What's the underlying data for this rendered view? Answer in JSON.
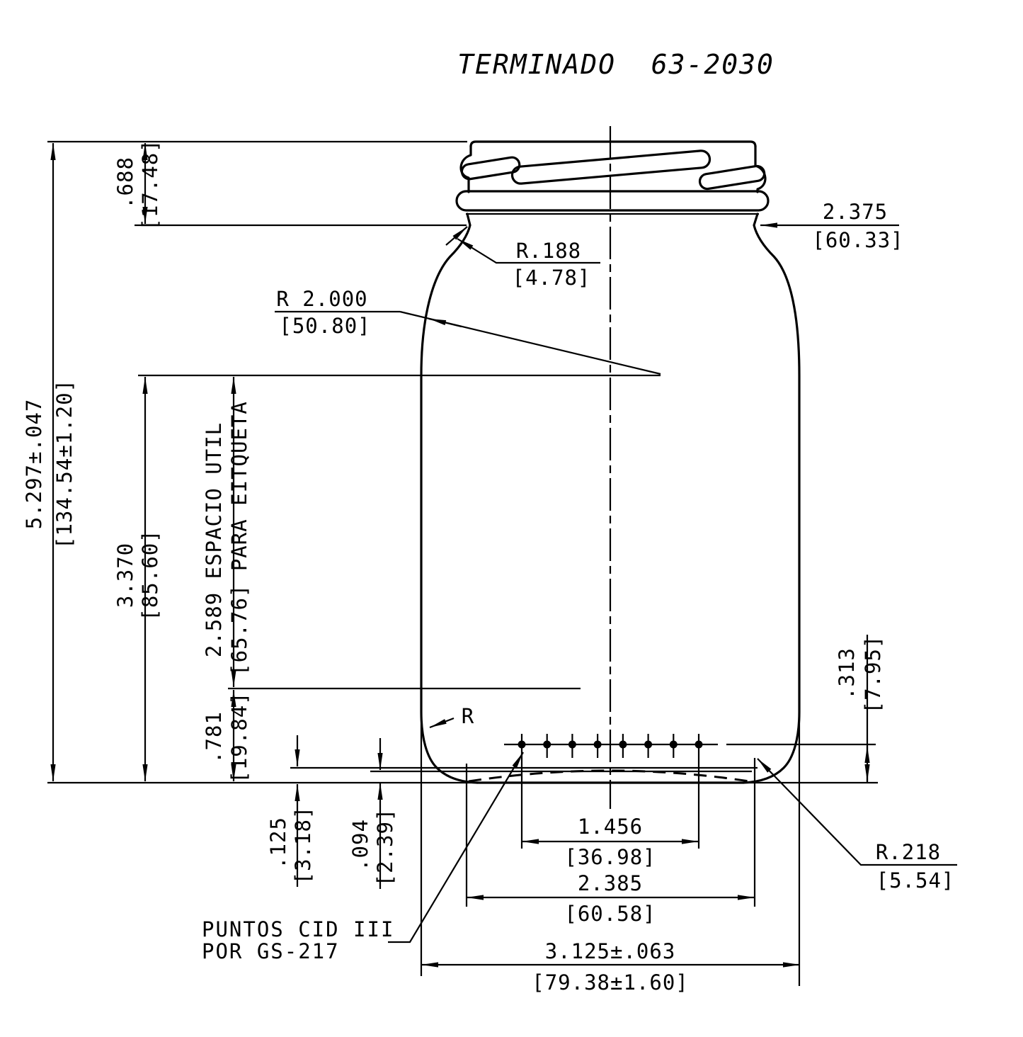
{
  "title": "TERMINADO  63-2030",
  "dims": {
    "overall_height": {
      "in": "5.297±.047",
      "mm": "[134.54±1.20]"
    },
    "finish_height": {
      "in": ".688",
      "mm": "[17.48]"
    },
    "neck_diameter": {
      "in": "2.375",
      "mm": "[60.33]"
    },
    "neck_radius": {
      "in": "R.188",
      "mm": "[4.78]"
    },
    "shoulder_radius": {
      "in": "R 2.000",
      "mm": "[50.80]"
    },
    "body_height": {
      "in": "3.370",
      "mm": "[85.60]"
    },
    "label_space": {
      "in": "2.589 ESPACIO UTIL",
      "mm": "[65.76] PARA EITQUETA"
    },
    "heel_height": {
      "in": ".781",
      "mm": "[19.84]"
    },
    "base_recess_height": {
      "in": ".313",
      "mm": "[7.95]"
    },
    "base_step_outer": {
      "in": ".125",
      "mm": "[3.18]"
    },
    "base_step_inner": {
      "in": ".094",
      "mm": "[2.39]"
    },
    "cid_pattern_width": {
      "in": "1.456",
      "mm": "[36.98]"
    },
    "base_contact_diameter": {
      "in": "2.385",
      "mm": "[60.58]"
    },
    "body_diameter": {
      "in": "3.125±.063",
      "mm": "[79.38±1.60]"
    },
    "heel_radius": {
      "in": "R.218",
      "mm": "[5.54]"
    },
    "heel_radius_ref": "R"
  },
  "notes": {
    "cid_note_line1": "PUNTOS CID III",
    "cid_note_line2": "POR GS-217"
  },
  "colors": {
    "line": "#000000",
    "background": "#ffffff"
  }
}
